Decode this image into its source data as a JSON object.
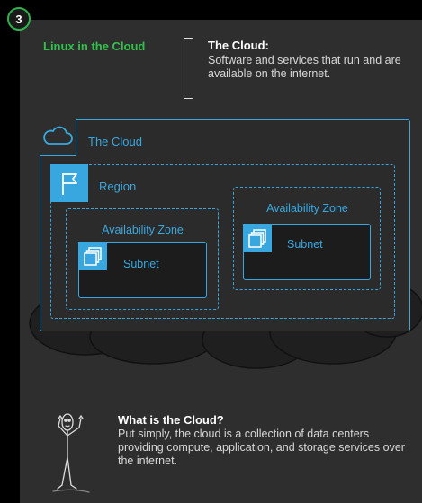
{
  "step_number": "3",
  "topic": "Linux in the Cloud",
  "definition": {
    "title": "The Cloud:",
    "text": "Software and services that run and are available on the internet."
  },
  "diagram": {
    "the_cloud_label": "The Cloud",
    "region_label": "Region",
    "availability_zones": [
      {
        "label": "Availability Zone",
        "subnet_label": "Subnet"
      },
      {
        "label": "Availability Zone",
        "subnet_label": "Subnet"
      }
    ],
    "accent_color": "#39a7df"
  },
  "explanation": {
    "title": "What is the Cloud?",
    "text": "Put simply, the cloud is a collection of data centers providing compute, application, and storage services over the internet."
  },
  "icons": [
    "cloud-icon",
    "flag-icon",
    "subnet-icon",
    "stick-figure-icon"
  ]
}
